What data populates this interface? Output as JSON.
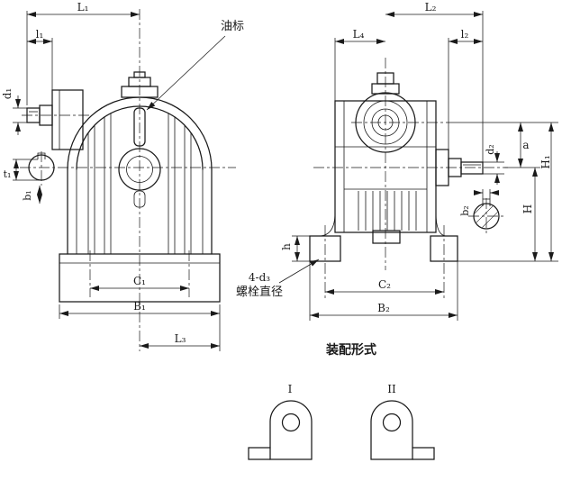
{
  "front_view": {
    "L1": "L₁",
    "l1": "l₁",
    "d1": "d₁",
    "t1": "t₁",
    "b1": "b₁",
    "C1": "C₁",
    "B1": "B₁",
    "L3": "L₃",
    "oil_label": "油标"
  },
  "side_view": {
    "L2": "L₂",
    "L4": "L₄",
    "l2": "l₂",
    "d2": "d₂",
    "a": "a",
    "H1": "H₁",
    "H": "H",
    "b2": "b₂",
    "h": "h",
    "C2": "C₂",
    "B2": "B₂",
    "bolt_line1": "4-d₃",
    "bolt_line2": "螺栓直径"
  },
  "assembly": {
    "heading": "装配形式",
    "form1": "I",
    "form2": "II"
  },
  "colors": {
    "line": "#1a1a1a",
    "background": "#ffffff"
  }
}
